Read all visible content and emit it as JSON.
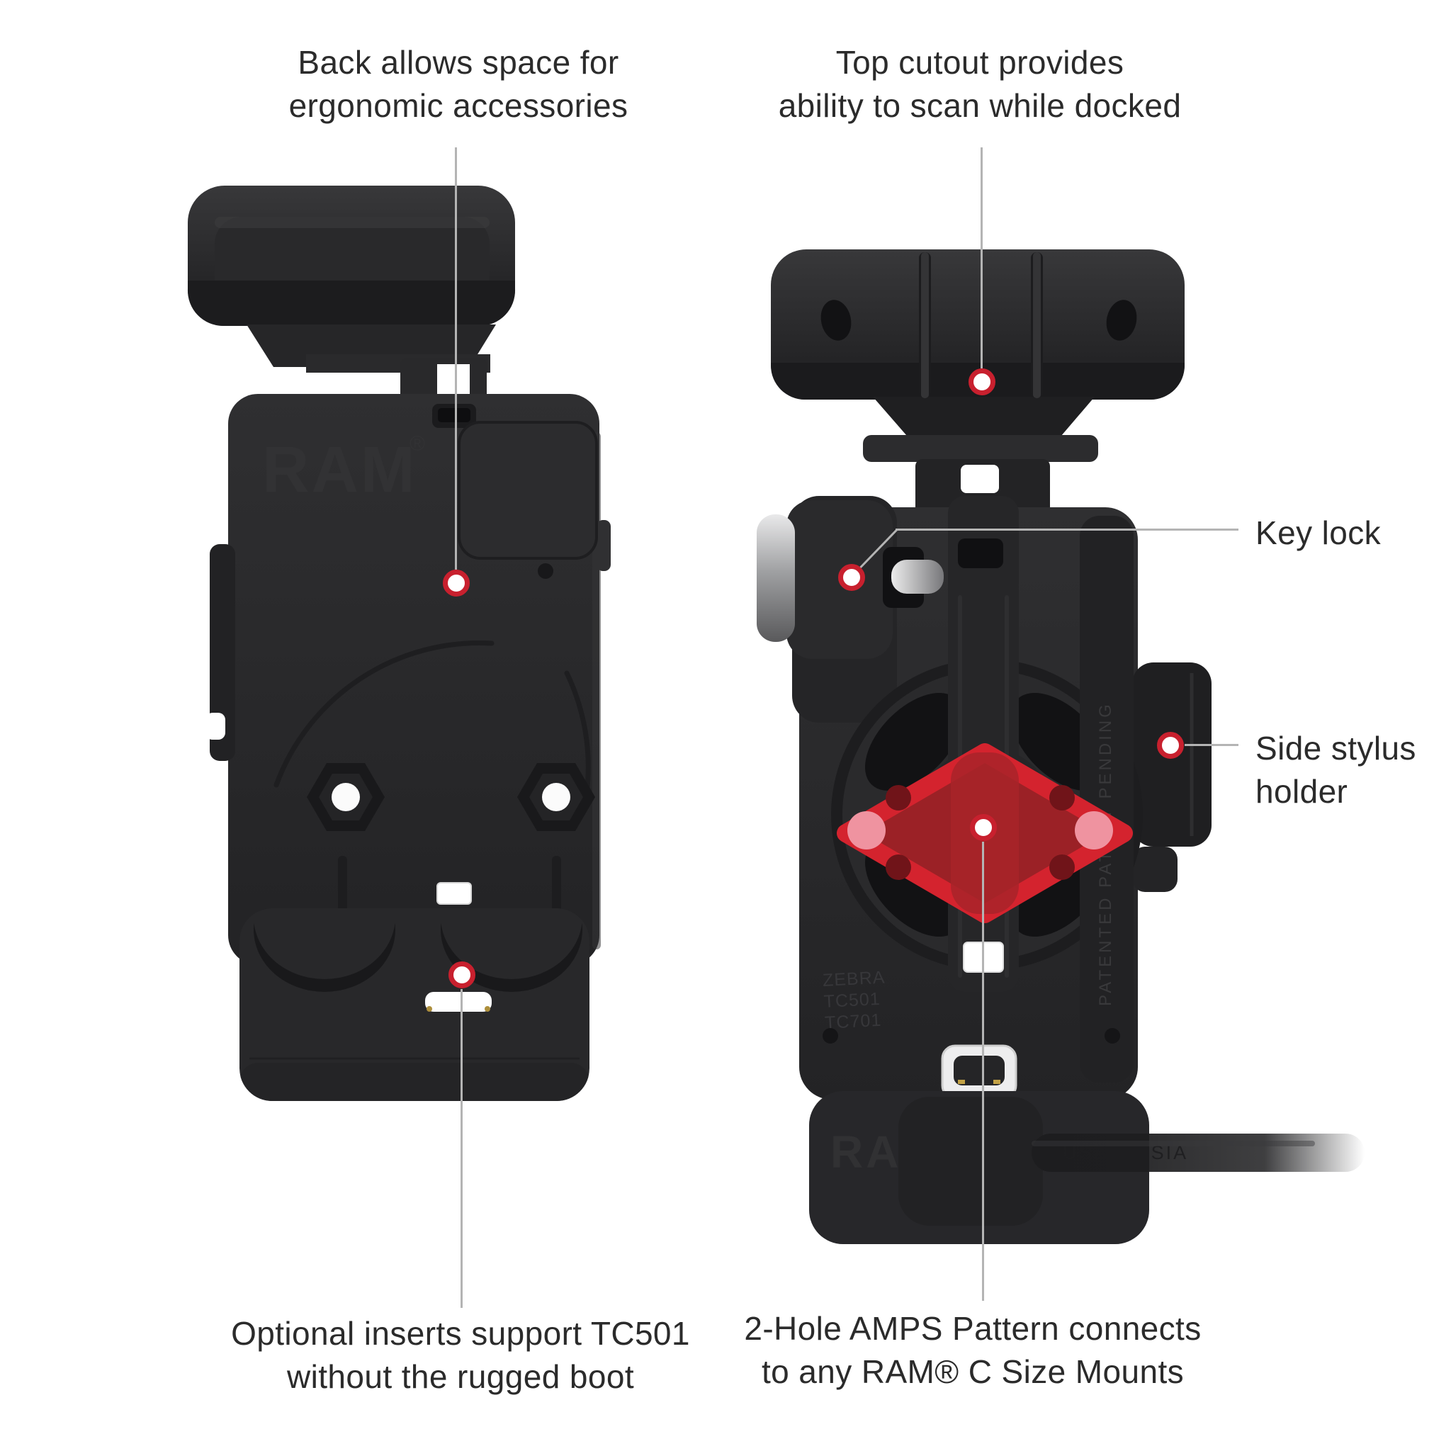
{
  "figure": {
    "type": "product-feature-callout-diagram",
    "subject": "powered phone dock cradle, front view and back view"
  },
  "callouts": {
    "back_space": {
      "line1": "Back allows space for",
      "line2": "ergonomic accessories"
    },
    "top_cutout": {
      "line1": "Top cutout provides",
      "line2": "ability to scan while docked"
    },
    "key_lock": {
      "label": "Key lock"
    },
    "side_stylus": {
      "line1": "Side stylus",
      "line2": "holder"
    },
    "optional_inserts": {
      "line1": "Optional inserts support TC501",
      "line2": "without the rugged boot"
    },
    "amps_pattern": {
      "line1": "2-Hole AMPS Pattern connects",
      "line2": "to any RAM® C Size Mounts"
    }
  },
  "markings": {
    "front_logo": "RAM",
    "front_logo_reg": "®",
    "back_logo": "RAM",
    "back_logo_reg": "®",
    "made_in": "MADE IN USA & ASIA",
    "compat_line1": "ZEBRA",
    "compat_line2": "TC501",
    "compat_line3": "TC701",
    "patent": "PATENTED   PATENT PENDING"
  },
  "colors": {
    "background": "#ffffff",
    "label_text": "#2b2b2b",
    "callout_line": "#b4b4b4",
    "marker_ring": "#c8202e",
    "marker_dot": "#ffffff",
    "device_body": "#29292b",
    "amps_plate_fill": "#9b2126",
    "amps_plate_edge": "#d4232e",
    "amps_hole_pink": "#ef93a0"
  }
}
